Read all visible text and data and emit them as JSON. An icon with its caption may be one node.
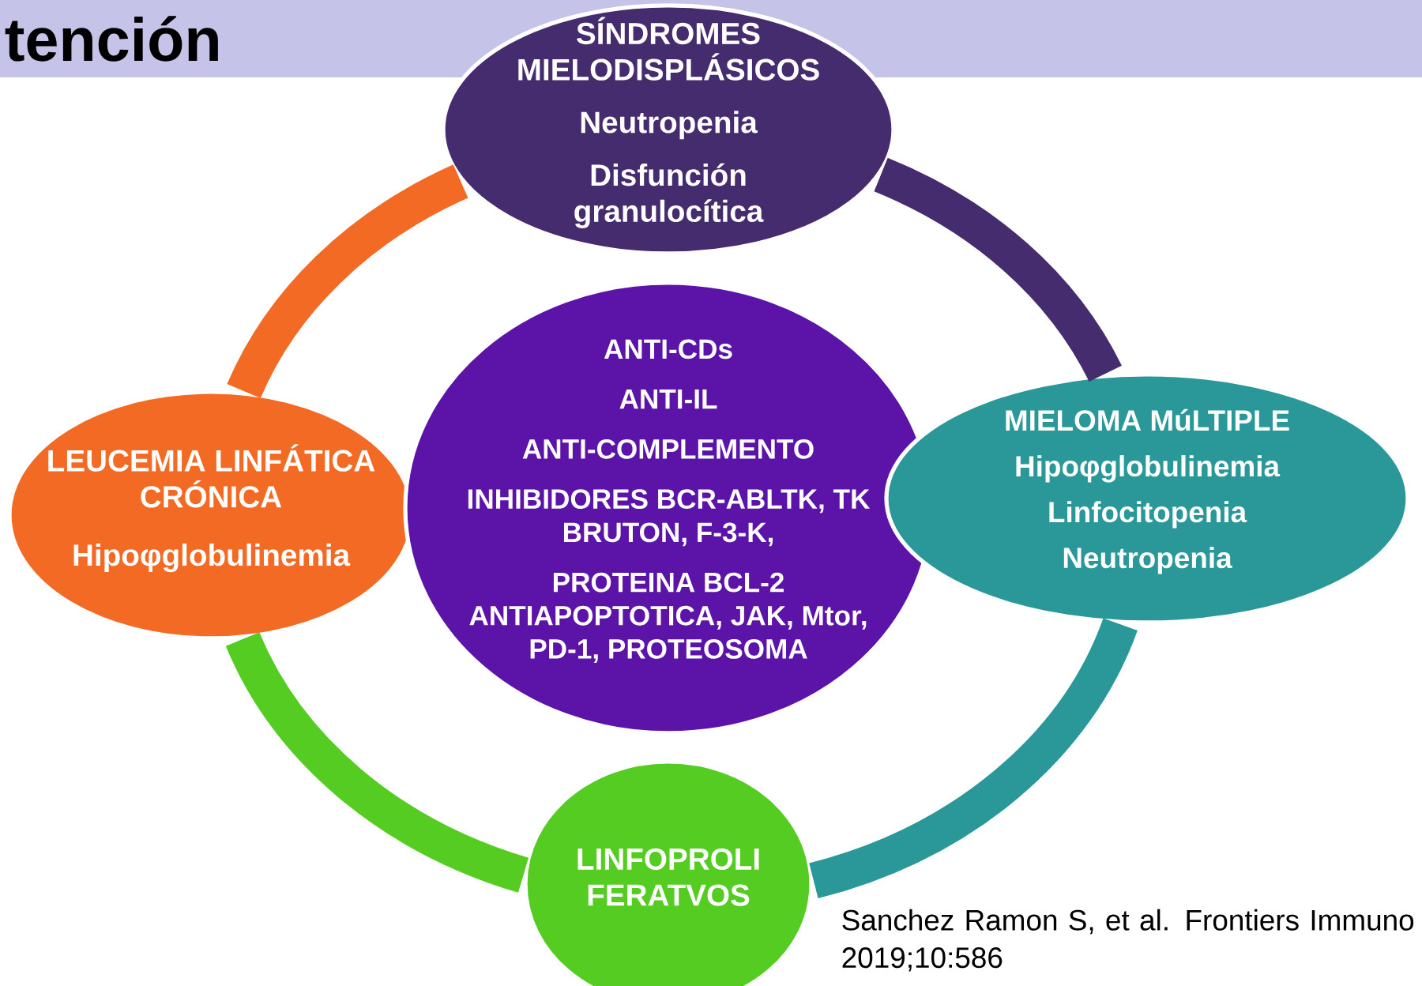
{
  "diagram": {
    "title": "tención",
    "nodes": [
      {
        "text": [
          "SÍNDROMES MIELODISPLÁSICOS",
          "Neutropenia",
          "Disfunción granulocítica"
        ]
      },
      {
        "text": [
          "LEUCEMIA LINFÁTICA CRÓNICA",
          "Hipoφglobulinemia"
        ]
      },
      {
        "text": [
          "ANTI-CDs",
          "ANTI-IL",
          "ANTI-COMPLEMENTO",
          "INHIBIDORES BCR-ABLTK, TK BRUTON, F-3-K,",
          "PROTEINA BCL-2 ANTIAPOPTOTICA, JAK, Mtor, PD-1, PROTEOSOMA"
        ]
      },
      {
        "text": [
          "MIELOMA MúLTIPLE",
          "Hipoφglobulinemia",
          "Linfocitopenia",
          "Neutropenia"
        ]
      },
      {
        "text": [
          "LINFOPROLI FERATVOS"
        ]
      }
    ],
    "edges": [
      {
        "from": 0,
        "to": 3,
        "arrow": "none",
        "color": "#452c6e"
      },
      {
        "from": 3,
        "to": 4,
        "arrow": "none",
        "color": "#2a9898"
      },
      {
        "from": 4,
        "to": 1,
        "arrow": "none",
        "color": "#55cc22"
      },
      {
        "from": 1,
        "to": 0,
        "arrow": "none",
        "color": "#f26a23"
      }
    ],
    "labels": [
      "Sanchez Ramon S, et al. Frontiers Immuno 2019;10:586"
    ]
  }
}
